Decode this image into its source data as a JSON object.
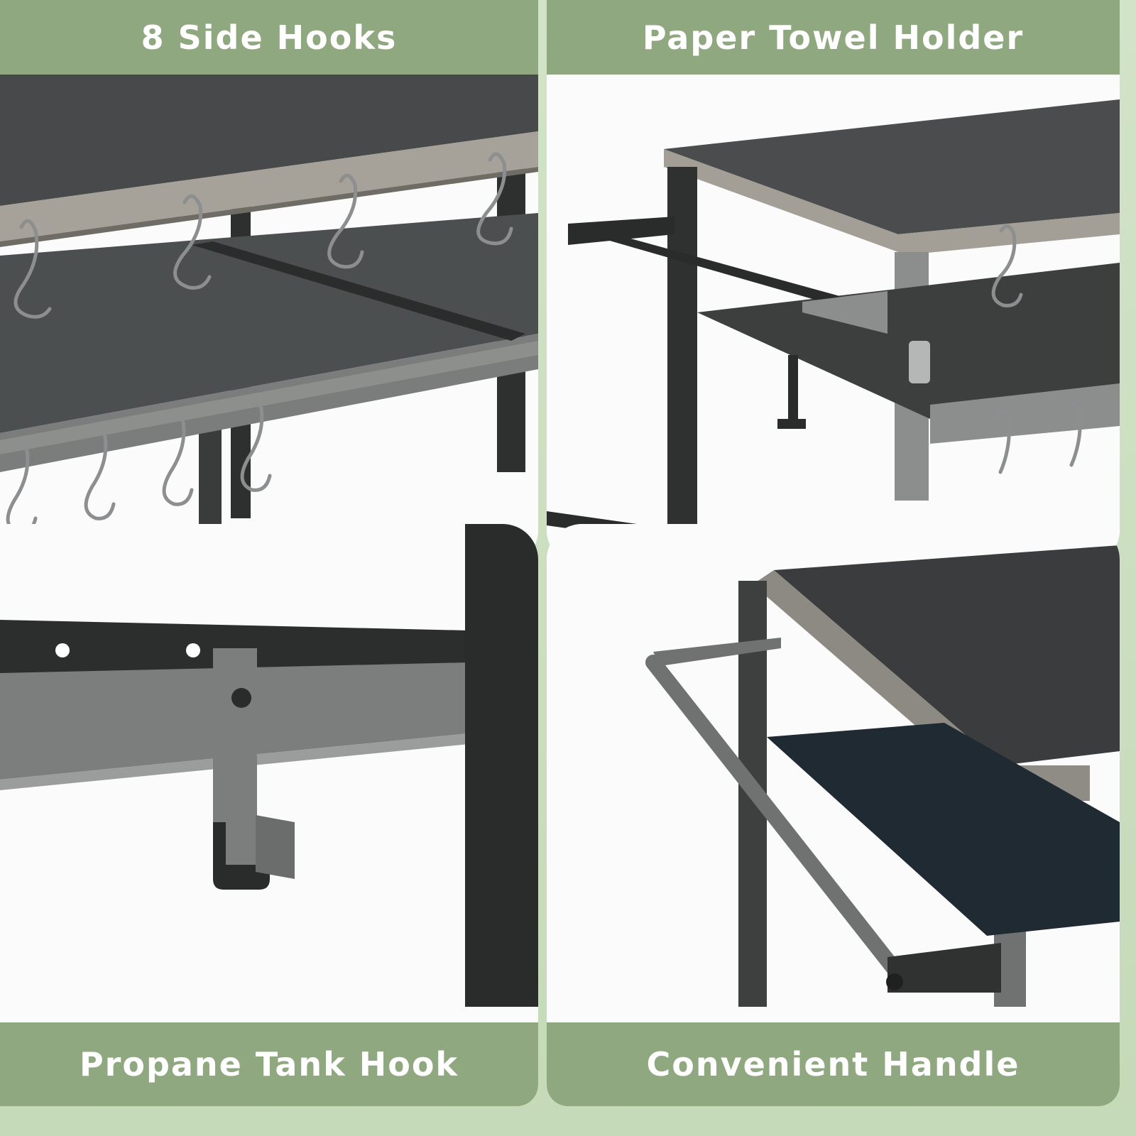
{
  "colors": {
    "banner": "#8fa880",
    "background": "#c9dcbf",
    "frame": "#3b3e3b",
    "shelf": "#55585a",
    "steel_edge": "#9a9690",
    "hook": "#8a8c8e"
  },
  "panels": [
    {
      "id": "side-hooks",
      "label": "8 Side Hooks"
    },
    {
      "id": "paper-towel-holder",
      "label": "Paper Towel Holder"
    },
    {
      "id": "propane-tank-hook",
      "label": "Propane Tank Hook"
    },
    {
      "id": "convenient-handle",
      "label": "Convenient Handle"
    }
  ]
}
